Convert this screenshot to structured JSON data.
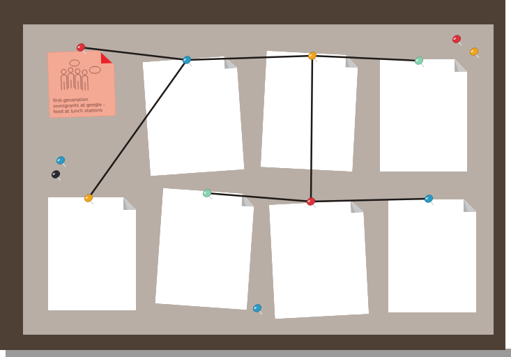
{
  "diagram": {
    "nodes": [
      {
        "text": [
          "first-generation immigrants at google - food at lunch stations"
        ]
      },
      {
        "text": []
      },
      {
        "text": []
      },
      {
        "text": []
      },
      {
        "text": []
      },
      {
        "text": []
      },
      {
        "text": []
      },
      {
        "text": []
      }
    ],
    "edges": [
      {
        "from": 0,
        "to": 1,
        "arrow": "none"
      },
      {
        "from": 1,
        "to": 2,
        "arrow": "none"
      },
      {
        "from": 2,
        "to": 3,
        "arrow": "none"
      },
      {
        "from": 1,
        "to": 4,
        "arrow": "none"
      },
      {
        "from": 2,
        "to": 6,
        "arrow": "none"
      },
      {
        "from": 5,
        "to": 6,
        "arrow": "none"
      },
      {
        "from": 6,
        "to": 7,
        "arrow": "none"
      }
    ]
  }
}
